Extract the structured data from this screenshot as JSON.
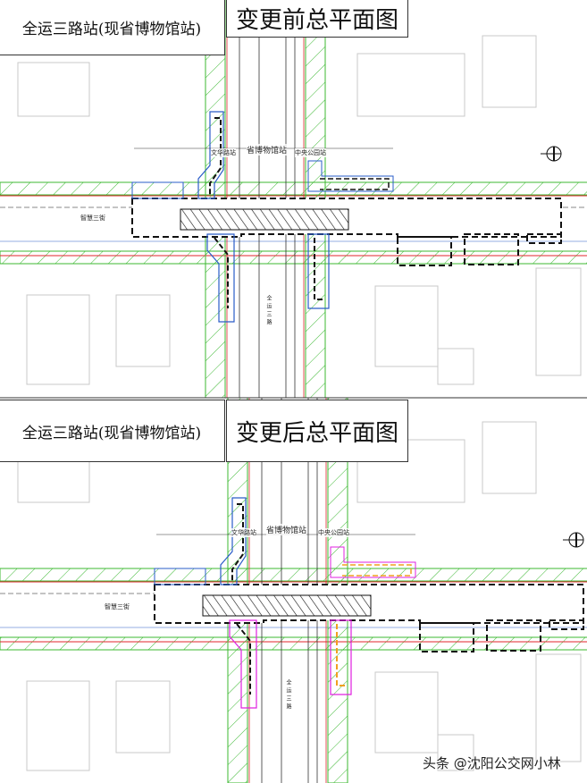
{
  "panels": [
    {
      "station_title": "全运三路站(现省博物馆站)",
      "plan_title": "变更前总平面图",
      "station_label": "省博物馆站",
      "prev_station": "文华路站",
      "next_station": "中央公园站",
      "cross_street": "智慧三街",
      "main_road": "全运三路"
    },
    {
      "station_title": "全运三路站(现省博物馆站)",
      "plan_title": "变更后总平面图",
      "station_label": "省博物馆站",
      "prev_station": "文华路站",
      "next_station": "中央公园站",
      "cross_street": "智慧三街",
      "main_road": "全运三路"
    }
  ],
  "watermark": "头条 @沈阳公交网小林",
  "colors": {
    "green": "#3cb832",
    "red": "#e0262b",
    "blue": "#2a5cc8",
    "magenta": "#e020e0",
    "orange": "#f0a020",
    "grey": "#c8c8c8",
    "dark": "#222222"
  }
}
